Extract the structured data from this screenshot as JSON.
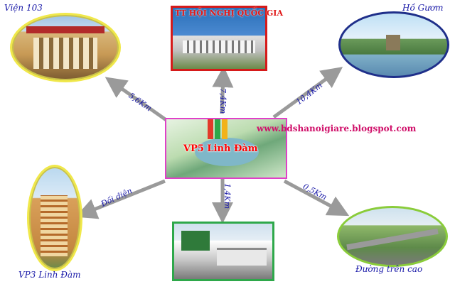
{
  "center": {
    "label": "VP5 Linh Đàm"
  },
  "url": "www.bdshanoigiare.blogspot.com",
  "nodes": {
    "vien103": {
      "label": "Viện 103"
    },
    "hoi_nghi": {
      "label": "TT HỘI NGHỊ QUỐC GIA"
    },
    "ho_guom": {
      "label": "Hồ Gươm"
    },
    "vp3": {
      "label": "VP3 Linh Đàm"
    },
    "ben_xe": {
      "label": ""
    },
    "duong_tren_cao": {
      "label": "Đường trên cao"
    }
  },
  "distances": {
    "vien103": "5,6Km",
    "hoi_nghi": "7,4Km",
    "ho_guom": "10,4Km",
    "vp3": "Đối diện",
    "ben_xe": "1,4Km",
    "duong_tren_cao": "0,5Km"
  },
  "colors": {
    "arrow": "#9a9a9a",
    "label": "#1a1aa8",
    "center": "#ff0000",
    "url": "#d0106a"
  }
}
